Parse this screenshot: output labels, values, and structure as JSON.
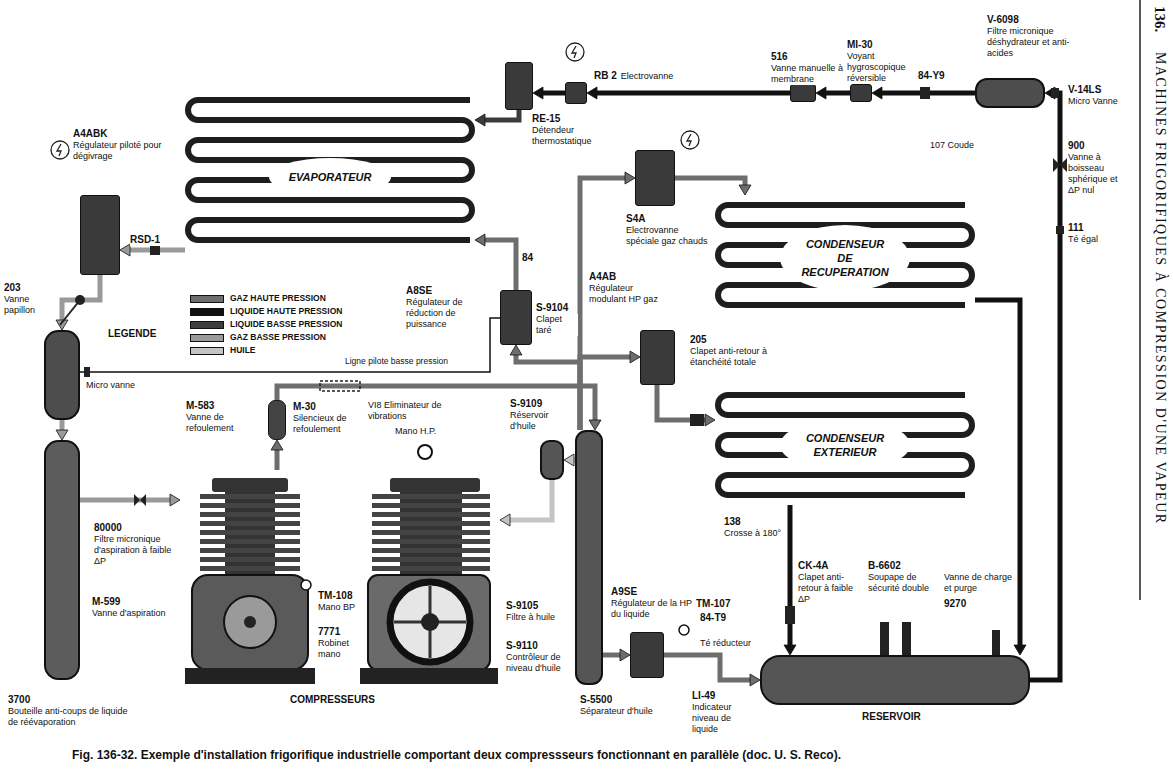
{
  "diagram": {
    "caption": "Fig. 136-32. Exemple d'installation frigorifique industrielle comportant deux compressseurs fonctionnant en parallèle (doc. U. S. Reco).",
    "nodes": [
      {
        "text": [
          "EVAPORATEUR"
        ]
      },
      {
        "text": [
          "A4ABK",
          "Régulateur piloté pour dégivrage"
        ]
      },
      {
        "text": [
          "80000",
          "Filtre micronique d'aspiration à faible ΔP"
        ]
      },
      {
        "text": [
          "3700",
          "Bouteille anti-coups de liquide de réévaporation"
        ]
      },
      {
        "text": [
          "COMPRESSEURS"
        ]
      },
      {
        "text": [
          "M-30",
          "Silencieux de refoulement"
        ]
      },
      {
        "text": [
          "S-9109",
          "Réservoir d'huile"
        ]
      },
      {
        "text": [
          "S-5500",
          "Séparateur d'huile"
        ]
      },
      {
        "text": [
          "A8SE",
          "Régulateur de réduction de puissance"
        ]
      },
      {
        "text": [
          "S4A",
          "Electrovanne spéciale gaz chauds"
        ]
      },
      {
        "text": [
          "A4AB",
          "Régulateur modulant HP gaz"
        ]
      },
      {
        "text": [
          "A9SE",
          "Régulateur de la HP du liquide"
        ]
      },
      {
        "text": [
          "CONDENSEUR DE RECUPERATION"
        ]
      },
      {
        "text": [
          "CONDENSEUR EXTERIEUR"
        ]
      },
      {
        "text": [
          "RESERVOIR"
        ]
      },
      {
        "text": [
          "RE-15",
          "Détendeur thermostatique"
        ]
      },
      {
        "text": [
          "RB 2",
          "Electrovanne"
        ]
      },
      {
        "text": [
          "516",
          "Vanne manuelle à membrane"
        ]
      },
      {
        "text": [
          "MI-30",
          "Voyant hygroscopique réversible"
        ]
      },
      {
        "text": [
          "V-6098",
          "Filtre micronique déshydrateur et anti-acides"
        ]
      }
    ],
    "edges": [
      {
        "from": 14,
        "to": 19,
        "arrow": "to"
      },
      {
        "from": 19,
        "to": 18,
        "arrow": "to"
      },
      {
        "from": 18,
        "to": 17,
        "arrow": "to"
      },
      {
        "from": 17,
        "to": 16,
        "arrow": "to"
      },
      {
        "from": 16,
        "to": 15,
        "arrow": "to"
      },
      {
        "from": 15,
        "to": 0,
        "arrow": "to"
      },
      {
        "from": 0,
        "to": 1,
        "arrow": "to"
      },
      {
        "from": 1,
        "to": 2,
        "arrow": "to"
      },
      {
        "from": 2,
        "to": 3,
        "arrow": "to"
      },
      {
        "from": 3,
        "to": 4,
        "arrow": "to"
      },
      {
        "from": 4,
        "to": 5,
        "arrow": "to"
      },
      {
        "from": 5,
        "to": 7,
        "arrow": "to"
      },
      {
        "from": 7,
        "to": 9,
        "arrow": "to"
      },
      {
        "from": 9,
        "to": 12,
        "arrow": "to"
      },
      {
        "from": 7,
        "to": 10,
        "arrow": "to"
      },
      {
        "from": 10,
        "to": 13,
        "arrow": "to"
      },
      {
        "from": 12,
        "to": 14,
        "arrow": "to"
      },
      {
        "from": 13,
        "to": 14,
        "arrow": "to"
      },
      {
        "from": 7,
        "to": 11,
        "arrow": "to"
      },
      {
        "from": 11,
        "to": 14,
        "arrow": "to"
      },
      {
        "from": 7,
        "to": 8,
        "arrow": "to"
      },
      {
        "from": 8,
        "to": 0,
        "arrow": "to"
      },
      {
        "from": 7,
        "to": 6,
        "arrow": "to"
      },
      {
        "from": 6,
        "to": 4,
        "arrow": "to"
      },
      {
        "from": 2,
        "to": 8,
        "label": "Ligne pilote basse pression",
        "arrow": "none"
      }
    ],
    "labels": [
      "136.",
      "MACHINES FRIGORIFIQUES À COMPRESSION D'UNE VAPEUR",
      "RSD-1",
      "203",
      "Vanne papillon",
      "LEGENDE",
      "Micro vanne",
      "M-583",
      "Vanne de refoulement",
      "VI8 Eliminateur de vibrations",
      "Mano H.P.",
      "TM-108",
      "Mano BP",
      "7771",
      "Robinet mano",
      "M-599",
      "Vanne d'aspiration",
      "S-9104",
      "Clapet taré",
      "S-9105",
      "Filtre à huile",
      "S-9110",
      "Contrôleur de niveau d'huile",
      "84",
      "205",
      "Clapet anti-retour à étanchéité totale",
      "TM-107",
      "84-T9",
      "Té réducteur",
      "LI-49",
      "Indicateur niveau de liquide",
      "138",
      "Crosse à 180°",
      "CK-4A",
      "Clapet anti-retour à faible ΔP",
      "B-6602",
      "Soupape de sécurité double",
      "Vanne de charge et purge",
      "9270",
      "84-Y9",
      "V-14LS",
      "Micro Vanne",
      "107 Coude",
      "900",
      "Vanne à boisseau sphérique et ΔP nul",
      "111",
      "Té égal"
    ],
    "legend": [
      {
        "text": "GAZ HAUTE PRESSION",
        "color": "#6e6e6e"
      },
      {
        "text": "LIQUIDE HAUTE PRESSION",
        "color": "#111111"
      },
      {
        "text": "LIQUIDE BASSE PRESSION",
        "color": "#3d3d3d"
      },
      {
        "text": "GAZ BASSE PRESSION",
        "color": "#9a9a9a"
      },
      {
        "text": "HUILE",
        "color": "#c4c4c4"
      }
    ]
  }
}
